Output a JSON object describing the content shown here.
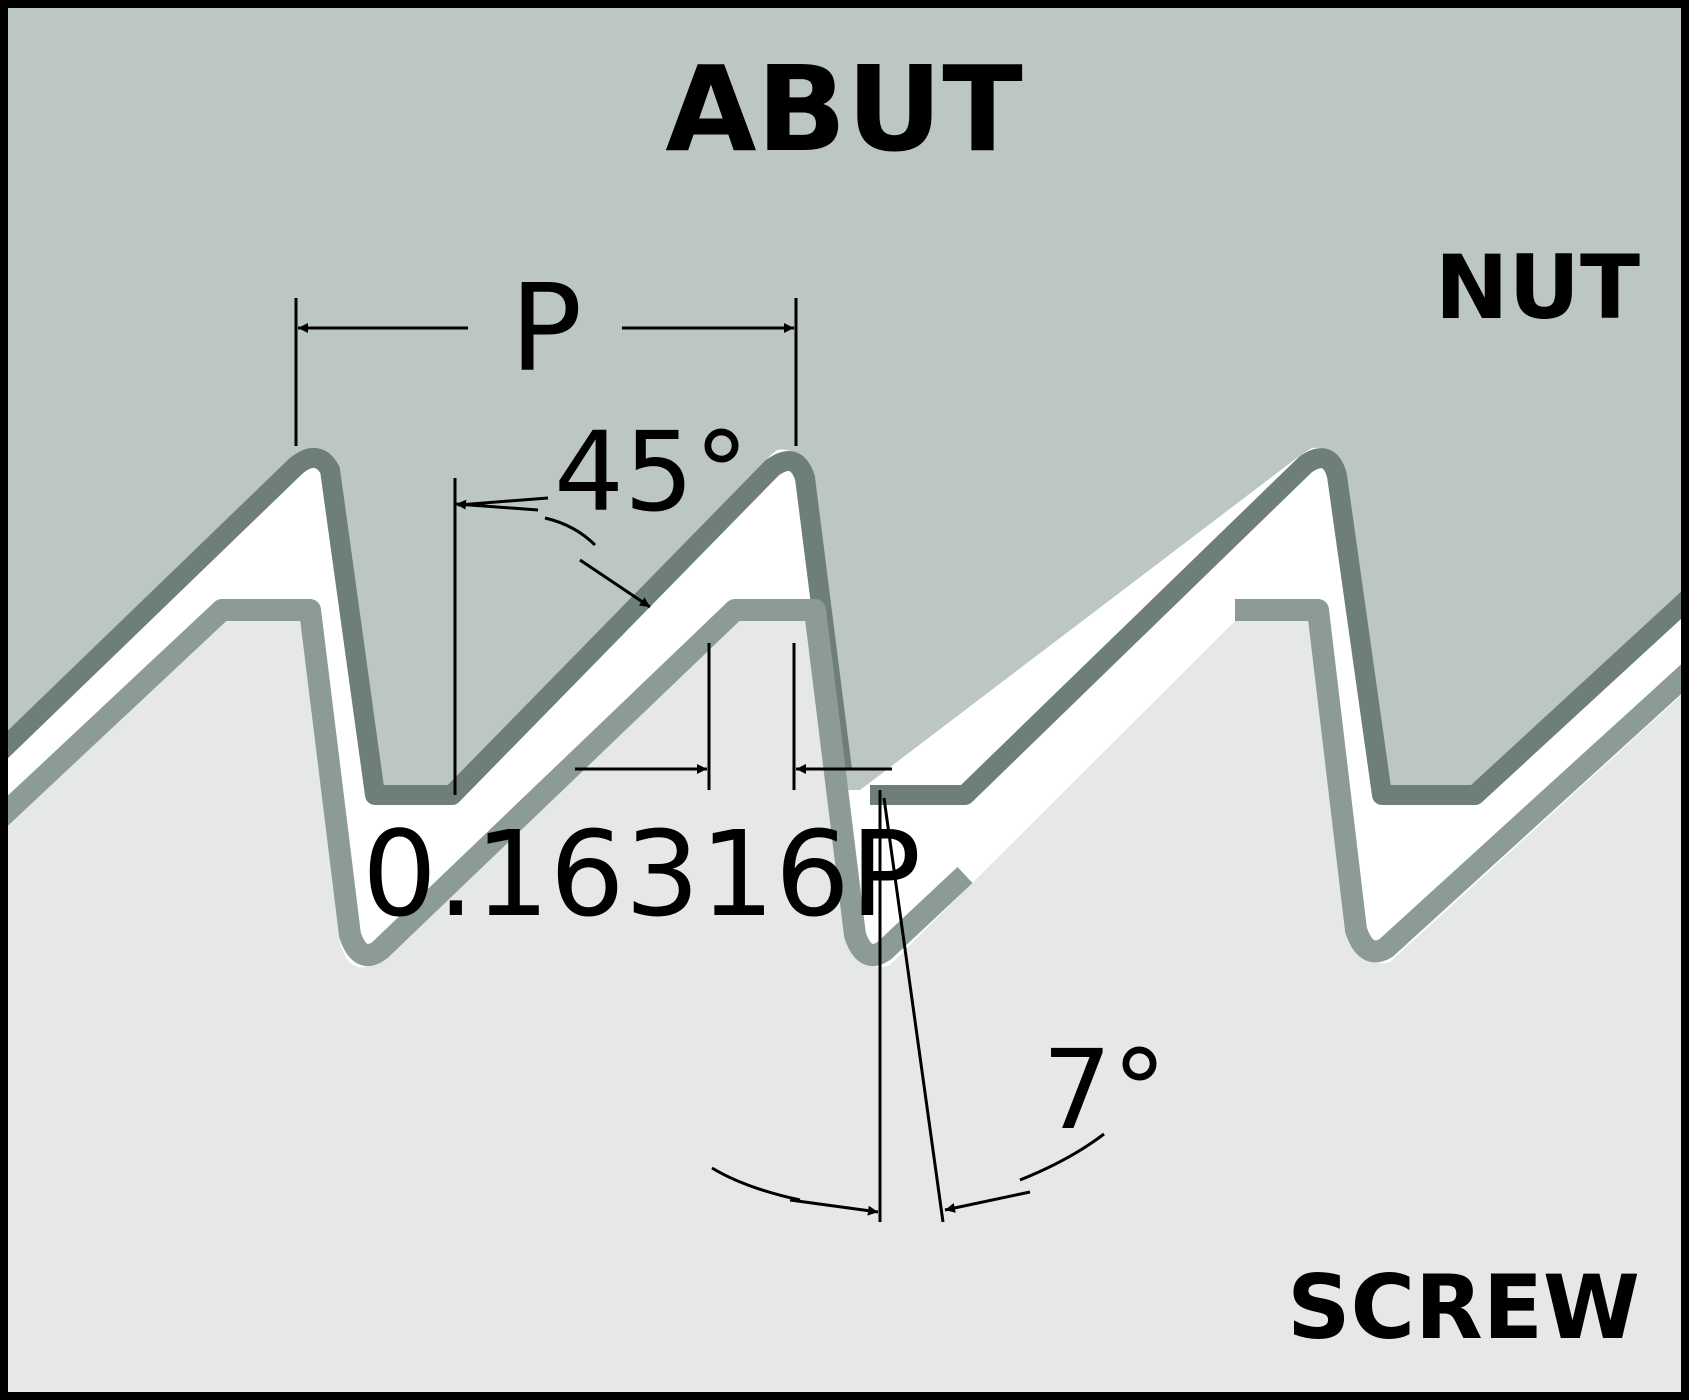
{
  "diagram": {
    "title": "ABUT",
    "labels": {
      "nut": "NUT",
      "screw": "SCREW"
    },
    "dimensions": {
      "pitch": "P",
      "flank_angle": "45°",
      "flat_width": "0.16316P",
      "load_flank_angle": "7°"
    }
  },
  "colors": {
    "nut_fill": "#bcc6c3",
    "screw_fill": "#e6e8e7",
    "nut_edge": "#6e7e78",
    "screw_edge": "#8c9b96",
    "gap": "#ffffff",
    "ink": "#000000"
  }
}
